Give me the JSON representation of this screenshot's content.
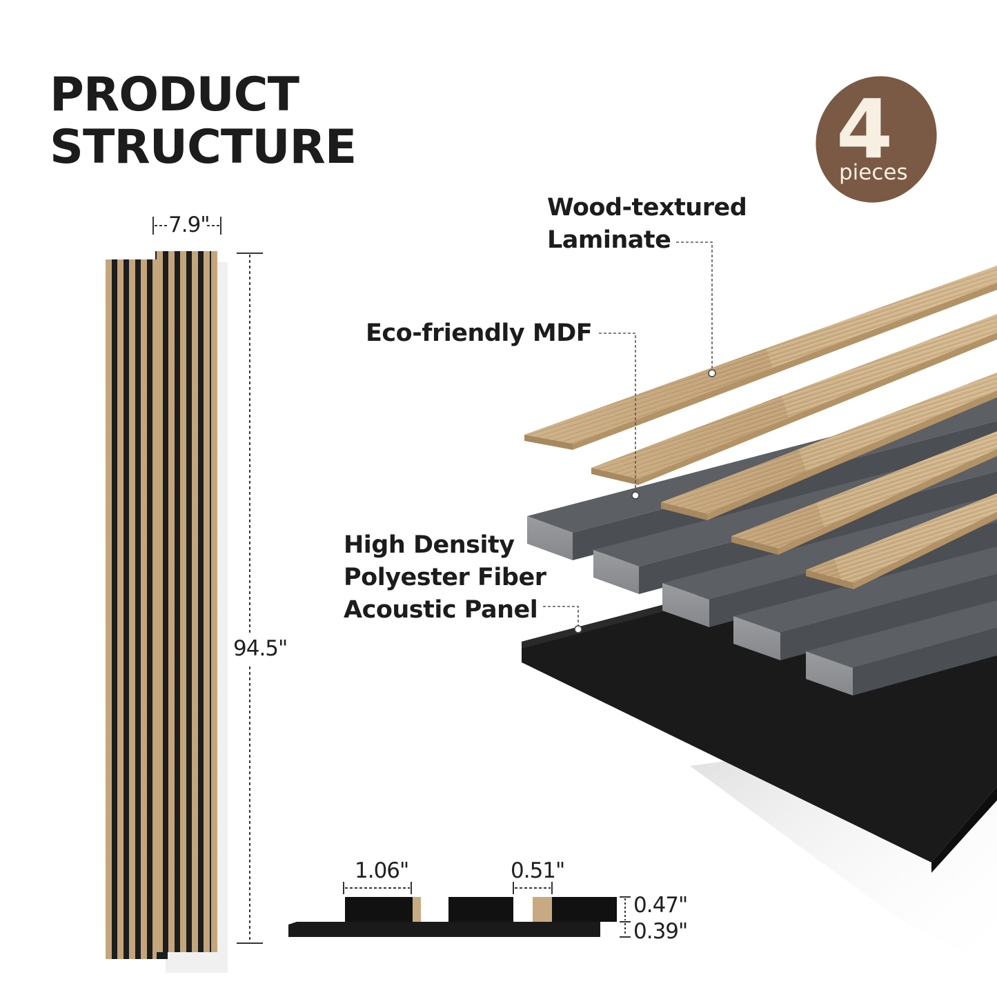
{
  "heading": {
    "line1": "PRODUCT",
    "line2": "STRUCTURE"
  },
  "badge": {
    "count": "4",
    "unit": "pieces",
    "color": "#7a5a44"
  },
  "layers": {
    "laminate": {
      "line1": "Wood-textured",
      "line2": "Laminate"
    },
    "mdf": "Eco-friendly MDF",
    "panel": {
      "line1": "High Density",
      "line2": "Polyester Fiber",
      "line3": "Acoustic Panel"
    }
  },
  "dimensions": {
    "width": "7.9\"",
    "length": "94.5\"",
    "slat_width": "1.06\"",
    "gap": "0.51\"",
    "slat_height": "0.47\"",
    "felt_thickness": "0.39\""
  },
  "colors": {
    "wood": "#c8aa82",
    "mdf": "#6f7276",
    "felt": "#1a1a1a",
    "text": "#1c1c1c"
  }
}
